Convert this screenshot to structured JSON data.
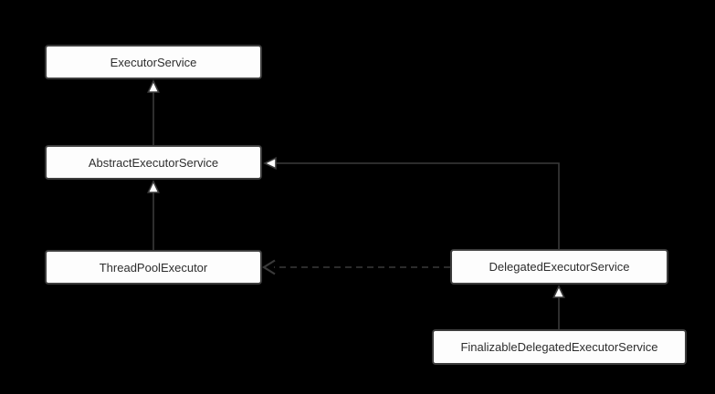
{
  "diagram": {
    "type": "uml-class-hierarchy",
    "colors": {
      "background": "#000000",
      "edge_line": "#3a3a3a",
      "node_fill": "#fdfdfd",
      "node_border": "#3d3d3d",
      "node_text": "#2e2e2e",
      "arrowhead_fill": "#fdfdfd"
    },
    "nodes": [
      {
        "id": "executor-service",
        "label": "ExecutorService"
      },
      {
        "id": "abstract-executor-service",
        "label": "AbstractExecutorService"
      },
      {
        "id": "thread-pool-executor",
        "label": "ThreadPoolExecutor"
      },
      {
        "id": "delegated-executor-service",
        "label": "DelegatedExecutorService"
      },
      {
        "id": "finalizable-delegated-executor-service",
        "label": "FinalizableDelegatedExecutorService"
      }
    ],
    "edges": [
      {
        "from": "AbstractExecutorService",
        "to": "ExecutorService",
        "line": "solid",
        "arrowhead": "hollow-triangle"
      },
      {
        "from": "ThreadPoolExecutor",
        "to": "AbstractExecutorService",
        "line": "solid",
        "arrowhead": "hollow-triangle"
      },
      {
        "from": "DelegatedExecutorService",
        "to": "AbstractExecutorService",
        "line": "solid",
        "arrowhead": "hollow-triangle"
      },
      {
        "from": "FinalizableDelegatedExecutorService",
        "to": "DelegatedExecutorService",
        "line": "solid",
        "arrowhead": "hollow-triangle"
      },
      {
        "from": "DelegatedExecutorService",
        "to": "ThreadPoolExecutor",
        "line": "dashed",
        "arrowhead": "open-vee"
      }
    ]
  }
}
